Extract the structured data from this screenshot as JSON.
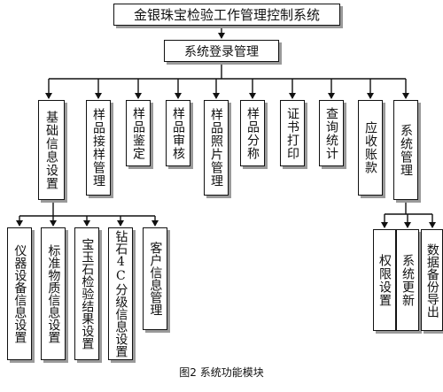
{
  "title": "金银珠宝检验工作管理控制系统",
  "login": "系统登录管理",
  "modules": [
    "基础信息设置",
    "样品接样管理",
    "样品鉴定",
    "样品审核",
    "样品照片管理",
    "样品分称",
    "证书打印",
    "查询统计",
    "应收账款",
    "系统管理"
  ],
  "basic_info_children": [
    "仪器设备信息设置",
    "标准物质信息设置",
    "宝玉石检验结果设置",
    "钻石4C分级信息设置",
    "客户信息管理"
  ],
  "system_children": [
    "权限设置",
    "系统更新",
    "数据备份导出"
  ],
  "caption": "图2  系统功能模块"
}
